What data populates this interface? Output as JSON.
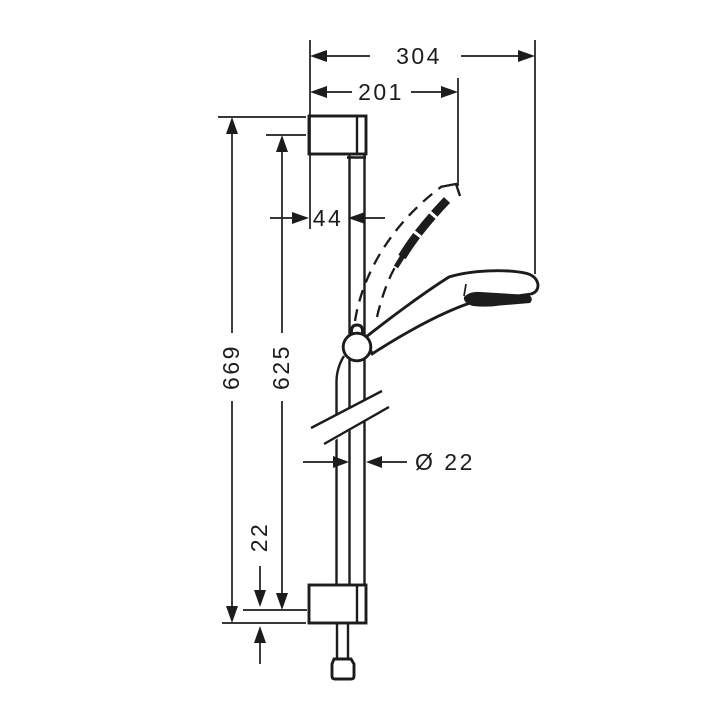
{
  "drawing": {
    "name": "shower-rail-set-dimensional-drawing",
    "dimensions": {
      "reach_total": "304",
      "reach_raised": "201",
      "offset_top": "44",
      "height_total": "669",
      "bar_fixing_length": "625",
      "bar_diameter": "Ø 22",
      "offset_bottom": "22"
    }
  }
}
